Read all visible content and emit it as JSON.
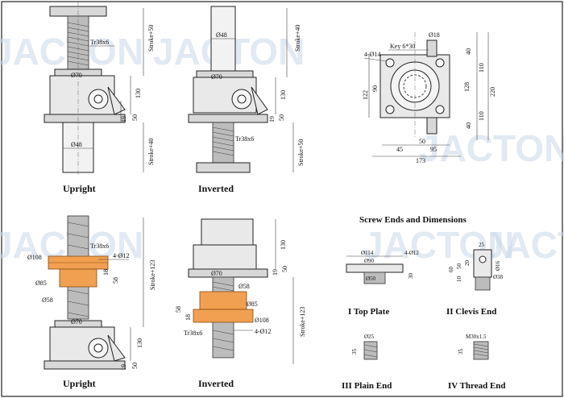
{
  "watermark": "JACTON",
  "captions": {
    "upright_top": "Upright",
    "inverted_top": "Inverted",
    "upright_bottom": "Upright",
    "inverted_bottom": "Inverted",
    "screw_ends_title": "Screw Ends and Dimensions",
    "top_plate": "I  Top Plate",
    "clevis_end": "II  Clevis End",
    "plain_end": "III  Plain End",
    "thread_end": "IV  Thread End"
  },
  "upright_top": {
    "tr": "Tr38x6",
    "stroke": "Stroke+50",
    "stroke2": "Stroke+40",
    "d70": "Ø70",
    "d48": "Ø48",
    "h130": "130",
    "h50": "50",
    "h19": "19"
  },
  "inverted_top": {
    "tr": "Tr38x6",
    "stroke": "Stroke+40",
    "stroke2": "Stroke+50",
    "d70": "Ø70",
    "d48": "Ø48",
    "h130": "130",
    "h50": "50",
    "h19": "19"
  },
  "plan_view": {
    "key": "Key 6*30",
    "d18": "Ø18",
    "holes": "4-Ø14",
    "d122": "122",
    "d90": "90",
    "d128": "128",
    "d40a": "40",
    "d40b": "40",
    "d110a": "110",
    "d110b": "110",
    "d220": "220",
    "d45": "45",
    "d50": "50",
    "d95": "95",
    "d173": "173"
  },
  "upright_bottom": {
    "tr": "Tr38x6",
    "holes": "4-Ø12",
    "d108": "Ø108",
    "d85": "Ø85",
    "d58": "Ø58",
    "h18": "18",
    "h58": "58",
    "d70": "Ø70",
    "stroke": "Stroke+123",
    "h130": "130",
    "h50": "50",
    "h19": "19"
  },
  "inverted_bottom": {
    "tr": "Tr38x6",
    "holes": "4-Ø12",
    "d108": "Ø108",
    "d85": "Ø85",
    "d58": "Ø58",
    "h18": "18",
    "h58": "58",
    "d70": "Ø70",
    "stroke": "Stroke+123",
    "h130": "130",
    "h50": "50",
    "h19": "19"
  },
  "top_plate": {
    "d114": "Ø114",
    "d90": "Ø90",
    "d50": "Ø50",
    "holes": "4-Ø12",
    "h30": "30"
  },
  "clevis_end": {
    "w25": "25",
    "d16": "Ø16",
    "d38": "Ø38",
    "h60": "60",
    "h50": "50",
    "h20": "20",
    "h10": "10"
  },
  "plain_end": {
    "d25": "Ø25",
    "h35": "35"
  },
  "thread_end": {
    "m30": "M30x1.5",
    "h35": "35"
  }
}
